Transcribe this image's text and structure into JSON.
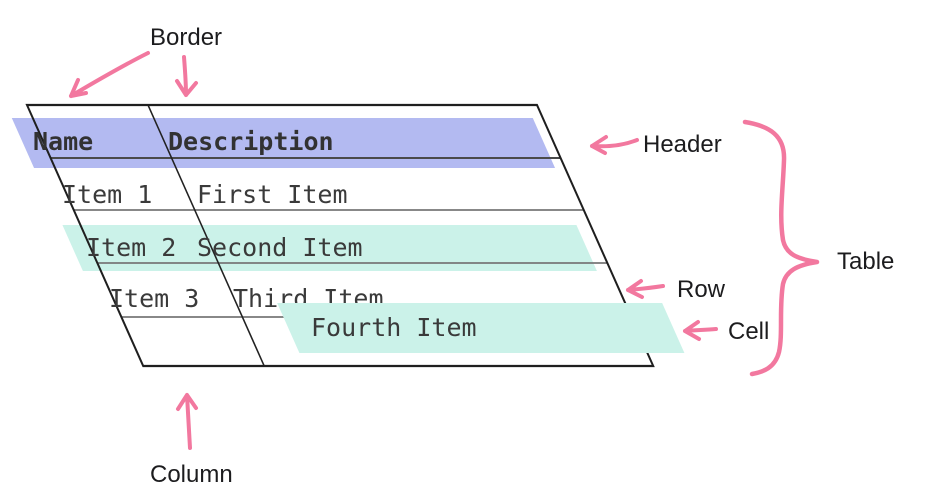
{
  "annotations": {
    "border": "Border",
    "header": "Header",
    "table": "Table",
    "row": "Row",
    "cell": "Cell",
    "column": "Column"
  },
  "table": {
    "columns": [
      "Name",
      "Description"
    ],
    "rows": [
      {
        "name": "Item 1",
        "description": "First Item"
      },
      {
        "name": "Item 2",
        "description": "Second Item"
      },
      {
        "name": "Item 3",
        "description": "Third Item"
      },
      {
        "name": "",
        "description": "Fourth Item"
      }
    ]
  },
  "colors": {
    "header_highlight": "#b3baf1",
    "row_highlight": "#cbf2e9",
    "cell_highlight": "#cbf2e9",
    "annotation_pink": "#f2789f",
    "table_text": "#3a3a3a",
    "label_text": "#1c1c1e",
    "outer_border": "#1f1f1f",
    "divider_gray": "#777777"
  }
}
